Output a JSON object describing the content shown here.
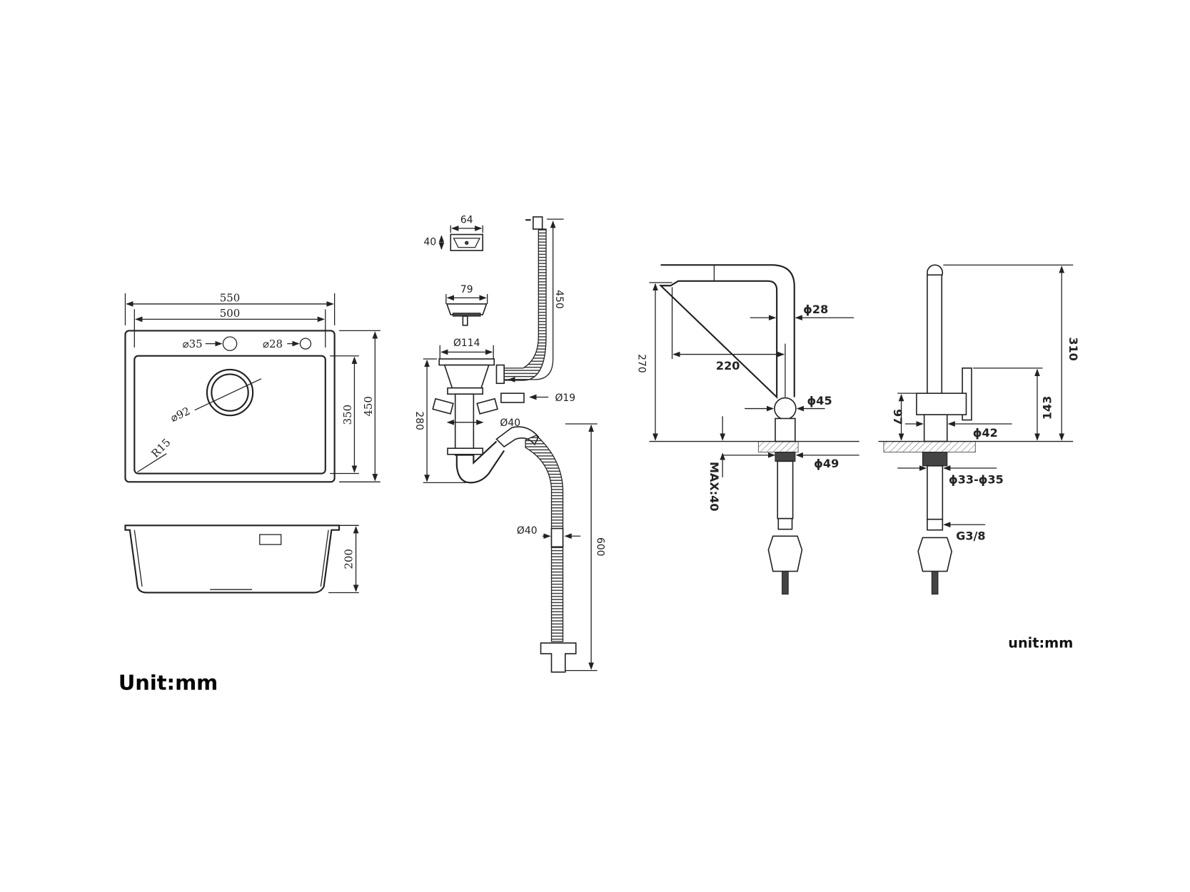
{
  "sink_top": {
    "overall_width": "550",
    "inner_width": "500",
    "hole1": "⌀35",
    "hole2": "⌀28",
    "drain": "⌀92",
    "radius": "R15",
    "inner_depth": "350",
    "overall_depth": "450"
  },
  "sink_side": {
    "height": "200"
  },
  "unit_left": "Unit:mm",
  "drain_kit": {
    "overflow_w": "64",
    "overflow_h": "40",
    "strainer": "79",
    "flange": "Ø114",
    "height": "280",
    "overflow_hose": "450",
    "connector": "Ø19",
    "pipe": "Ø40",
    "hose_dia": "Ø40",
    "hose_len": "600"
  },
  "faucet_front": {
    "reach": "220",
    "height": "270",
    "spout": "ϕ28",
    "body": "ϕ45",
    "base": "ϕ49",
    "max_deck": "MAX:40"
  },
  "faucet_side": {
    "height": "310",
    "handle_h": "143",
    "body_h": "97",
    "base": "ϕ42",
    "shank": "ϕ33-ϕ35",
    "thread": "G3/8"
  },
  "unit_right": "unit:mm"
}
